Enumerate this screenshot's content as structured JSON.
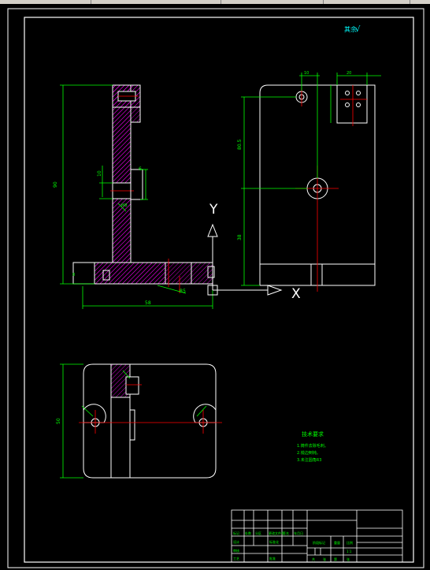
{
  "window": {
    "title_strip": ""
  },
  "drawing": {
    "roughness_mark": "其余",
    "roughness_symbol": "√",
    "axis_y": "Y",
    "axis_x": "X",
    "dims": {
      "left_height": "90",
      "left_width": "58",
      "left_mid_a": "10",
      "left_mid_b": "6",
      "left_radius": "R5",
      "right_upper": "80.5",
      "right_lower": "38",
      "top_small_a": "10",
      "top_small_b": "20",
      "bottom_view_height": "50",
      "left_small_tag": "M8",
      "base_tag": "8"
    },
    "tech_req": {
      "title": "技术要求",
      "lines": [
        "1.铸件去除毛刺。",
        "2.锐边倒钝。",
        "3.未注圆角R3"
      ]
    },
    "title_block": {
      "cells": [
        "标记",
        "处数",
        "分区",
        "更改文件号",
        "签名",
        "年月日",
        "设计",
        "标准化",
        "阶段标记",
        "重量",
        "比例",
        "审核",
        "工艺",
        "批准",
        "共",
        "张",
        "第",
        "张",
        "1:1"
      ]
    }
  },
  "colors": {
    "background": "#000000",
    "frame": "#ffffff",
    "dimension": "#00ff00",
    "center": "#ff0000",
    "hatch": "#ff00ff",
    "annotation": "#00ffff"
  }
}
